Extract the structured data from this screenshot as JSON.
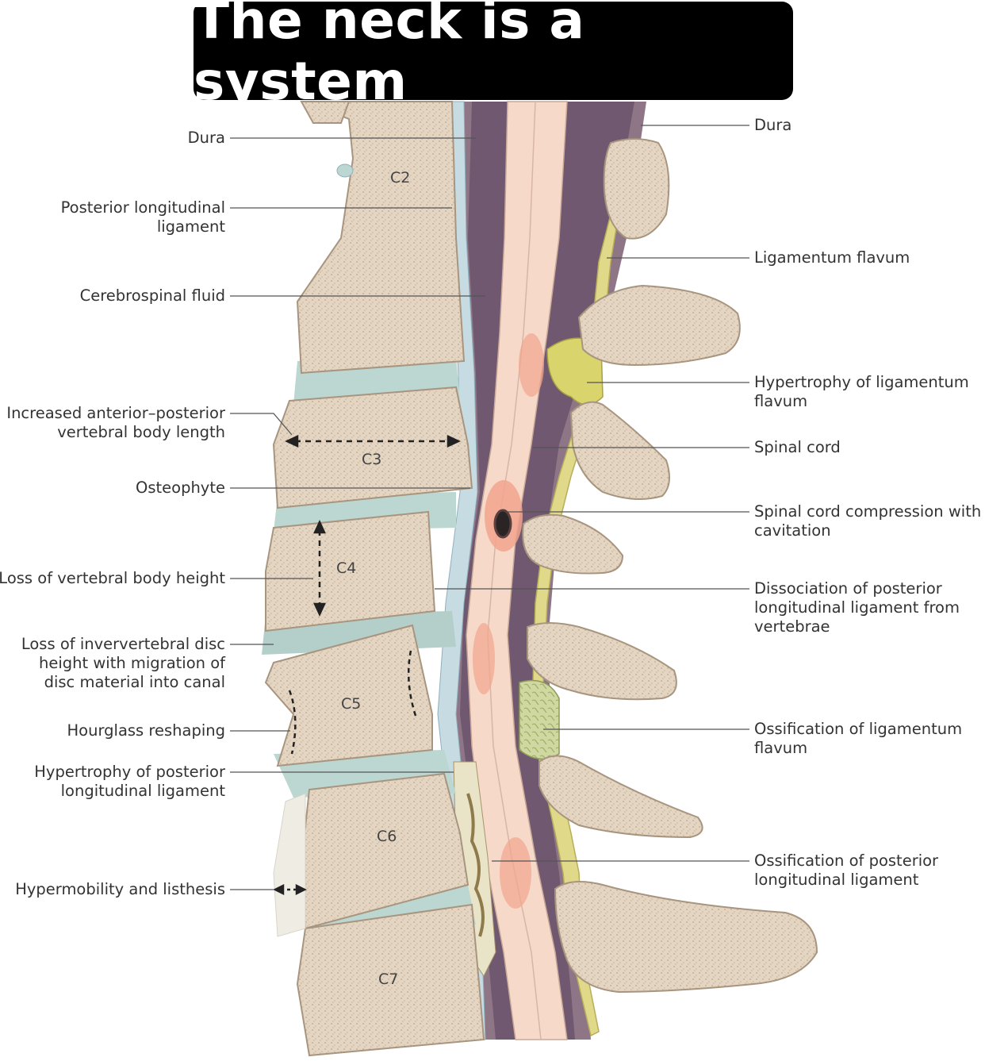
{
  "title": "The neck is a system",
  "vertebrae": [
    "C2",
    "C3",
    "C4",
    "C5",
    "C6",
    "C7"
  ],
  "labels_left": [
    {
      "id": "dura-left",
      "lines": [
        "Dura"
      ]
    },
    {
      "id": "posterior-longitudinal-ligament",
      "lines": [
        "Posterior longitudinal",
        "ligament"
      ]
    },
    {
      "id": "cerebrospinal-fluid",
      "lines": [
        "Cerebrospinal fluid"
      ]
    },
    {
      "id": "increased-ap-length",
      "lines": [
        "Increased anterior–posterior",
        "vertebral body length"
      ]
    },
    {
      "id": "osteophyte",
      "lines": [
        "Osteophyte"
      ]
    },
    {
      "id": "loss-of-height",
      "lines": [
        "Loss of vertebral body height"
      ]
    },
    {
      "id": "loss-of-disc-height",
      "lines": [
        "Loss of inververtebral disc",
        "height with migration of",
        "disc material into canal"
      ]
    },
    {
      "id": "hourglass-reshaping",
      "lines": [
        "Hourglass reshaping"
      ]
    },
    {
      "id": "hypertrophy-pll",
      "lines": [
        "Hypertrophy of posterior",
        "longitudinal ligament"
      ]
    },
    {
      "id": "hypermobility-listhesis",
      "lines": [
        "Hypermobility and listhesis"
      ]
    }
  ],
  "labels_right": [
    {
      "id": "dura-right",
      "lines": [
        "Dura"
      ]
    },
    {
      "id": "ligamentum-flavum",
      "lines": [
        "Ligamentum flavum"
      ]
    },
    {
      "id": "hypertrophy-lf",
      "lines": [
        "Hypertrophy of ligamentum",
        "flavum"
      ]
    },
    {
      "id": "spinal-cord",
      "lines": [
        "Spinal cord"
      ]
    },
    {
      "id": "cord-compression",
      "lines": [
        "Spinal cord compression with",
        "cavitation"
      ]
    },
    {
      "id": "dissociation-pll",
      "lines": [
        "Dissociation of posterior",
        "longitudinal ligament from",
        "vertebrae"
      ]
    },
    {
      "id": "ossification-lf",
      "lines": [
        "Ossification of ligamentum",
        "flavum"
      ]
    },
    {
      "id": "ossification-pll",
      "lines": [
        "Ossification of posterior",
        "longitudinal ligament"
      ]
    }
  ]
}
